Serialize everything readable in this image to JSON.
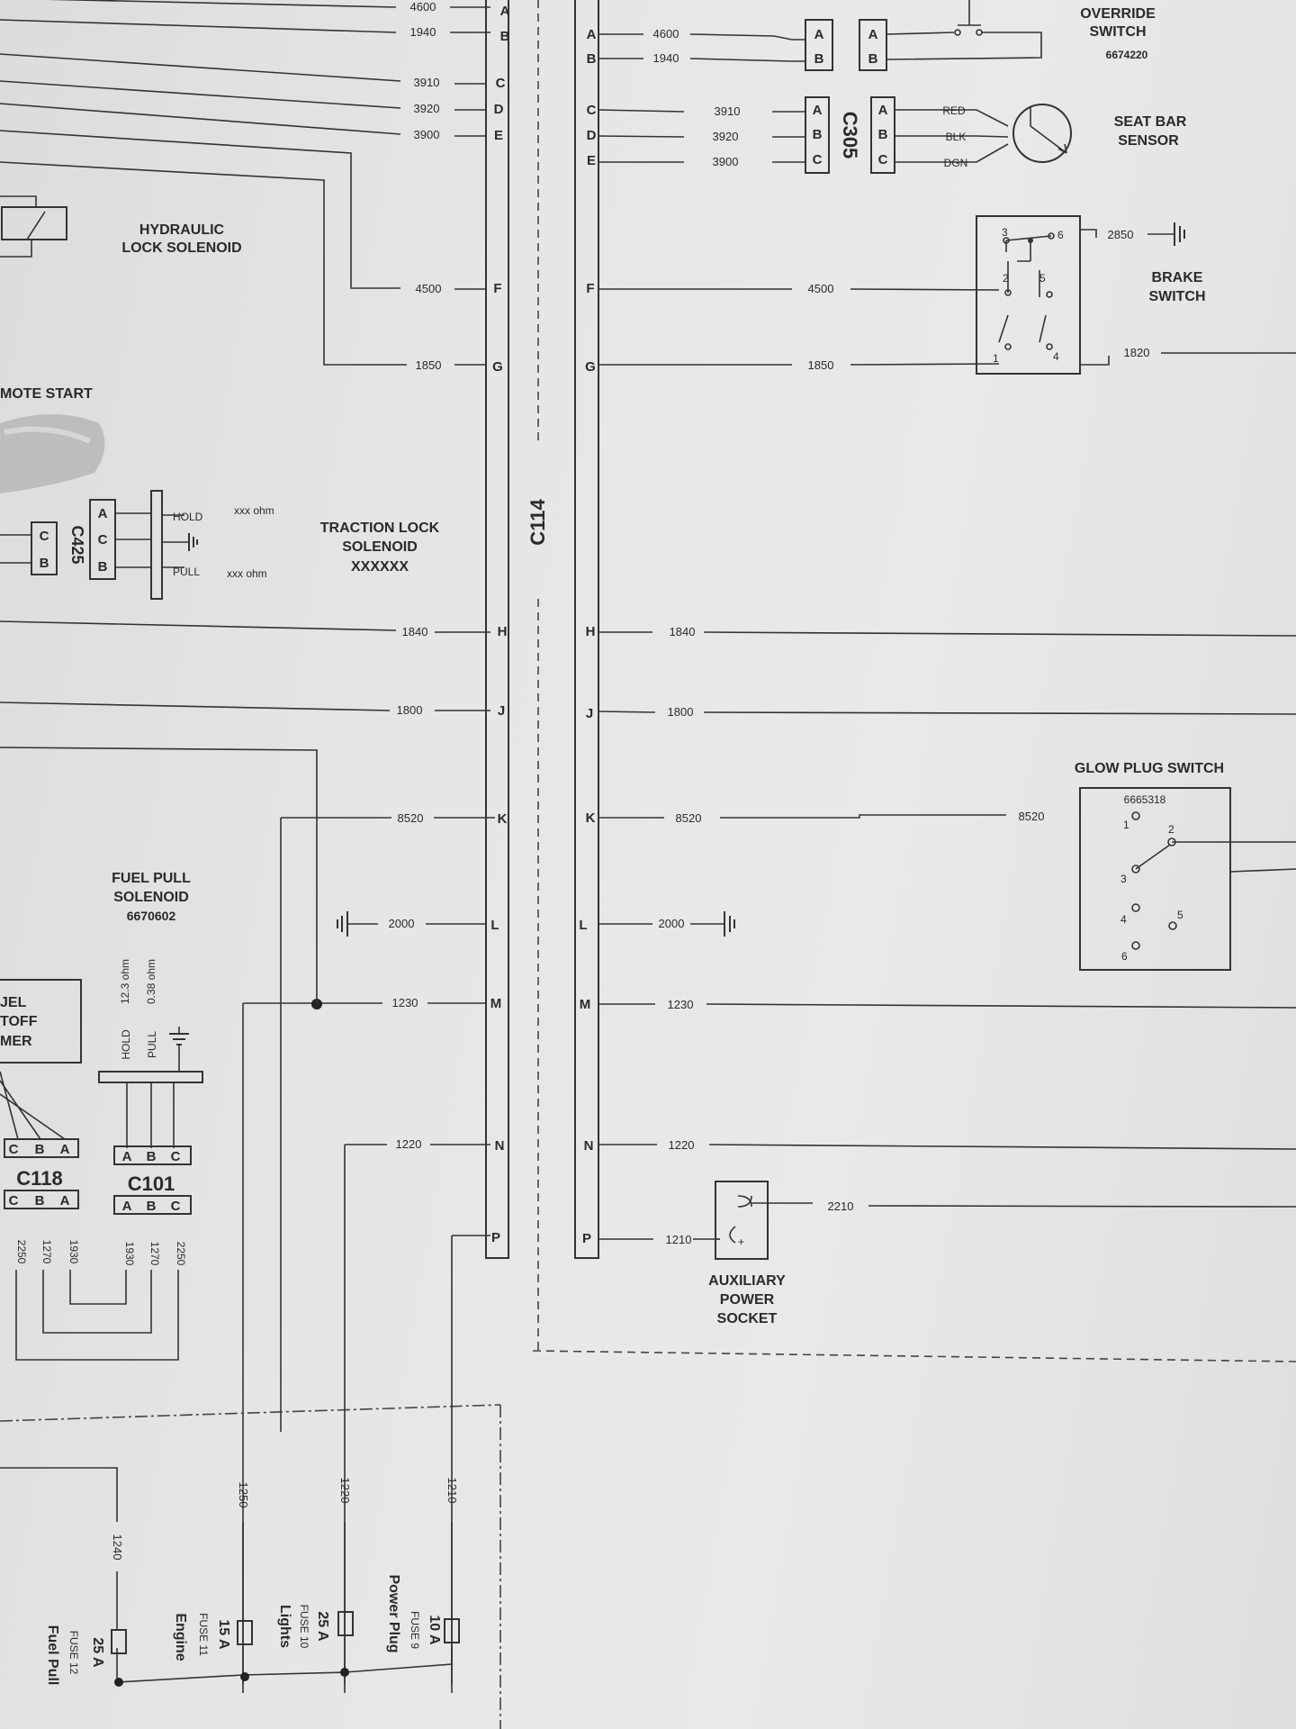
{
  "connectors": {
    "c114": "C114",
    "c305": "C305",
    "c425": "C425",
    "c118": "C118",
    "c101": "C101"
  },
  "left_pins": [
    "A",
    "B",
    "C",
    "D",
    "E",
    "F",
    "G",
    "H",
    "J",
    "K",
    "L",
    "M",
    "N",
    "P"
  ],
  "right_pins": [
    "A",
    "B",
    "C",
    "D",
    "E",
    "F",
    "G",
    "H",
    "J",
    "K",
    "L",
    "M",
    "N",
    "P"
  ],
  "left_wires": [
    "4600",
    "1940",
    "3910",
    "3920",
    "3900",
    "4500",
    "1850",
    "1840",
    "1800",
    "8520",
    "2000",
    "1230",
    "1220"
  ],
  "right_wires": [
    "4600",
    "1940",
    "3910",
    "3920",
    "3900",
    "4500",
    "1850",
    "1840",
    "1800",
    "8520",
    "2000",
    "1230",
    "1220",
    "1210"
  ],
  "components": {
    "seat_override": {
      "line1": "OVERRIDE",
      "line2": "SWITCH",
      "part": "6674220"
    },
    "seat_bar": {
      "line1": "SEAT BAR",
      "line2": "SENSOR",
      "colors": [
        "RED",
        "BLK",
        "DGN"
      ]
    },
    "brake": {
      "line1": "BRAKE",
      "line2": "SWITCH",
      "wire_in": "2850",
      "wire_out": "1820",
      "terminals": [
        "3",
        "6",
        "2",
        "5",
        "1",
        "4"
      ]
    },
    "hyd_lock": {
      "line1": "HYDRAULIC",
      "line2": "LOCK SOLENOID"
    },
    "remote_start": {
      "label": "MOTE START"
    },
    "traction_lock": {
      "line1": "TRACTION LOCK",
      "line2": "SOLENOID",
      "line3": "XXXXXX",
      "hold": "HOLD",
      "pull": "PULL",
      "hold_ohm": "xxx ohm",
      "pull_ohm": "xxx ohm"
    },
    "c425_pins": [
      "C",
      "B"
    ],
    "c425_right": [
      "A",
      "C",
      "B"
    ],
    "glow_plug": {
      "title": "GLOW PLUG SWITCH",
      "part": "6665318",
      "wire": "8520",
      "terminals": [
        "1",
        "2",
        "3",
        "4",
        "5",
        "6"
      ]
    },
    "fuel_pull": {
      "line1": "FUEL PULL",
      "line2": "SOLENOID",
      "part": "6670602",
      "hold": "HOLD",
      "pull": "PULL",
      "hold_ohm": "12.3 ohm",
      "pull_ohm": "0.38 ohm"
    },
    "fuel_timer": {
      "line1": "JEL",
      "line2": "TOFF",
      "line3": "MER"
    },
    "c118_pins": [
      "C",
      "B",
      "A"
    ],
    "c101_pins": [
      "A",
      "B",
      "C"
    ],
    "c118_wires": [
      "2250",
      "1270",
      "1930"
    ],
    "c101_wires": [
      "1930",
      "1270",
      "2250"
    ],
    "aux_socket": {
      "line1": "AUXILIARY",
      "line2": "POWER",
      "line3": "SOCKET",
      "wire": "2210"
    }
  },
  "fuses": [
    {
      "wire": "1240",
      "amp": "25 A",
      "name": "FUSE 12",
      "load": "Fuel Pull"
    },
    {
      "wire": "1250",
      "amp": "15 A",
      "name": "FUSE 11",
      "load": "Engine"
    },
    {
      "wire": "1220",
      "amp": "25 A",
      "name": "FUSE 10",
      "load": "Lights"
    },
    {
      "wire": "1210",
      "amp": "10 A",
      "name": "FUSE 9",
      "load": "Power Plug"
    }
  ]
}
